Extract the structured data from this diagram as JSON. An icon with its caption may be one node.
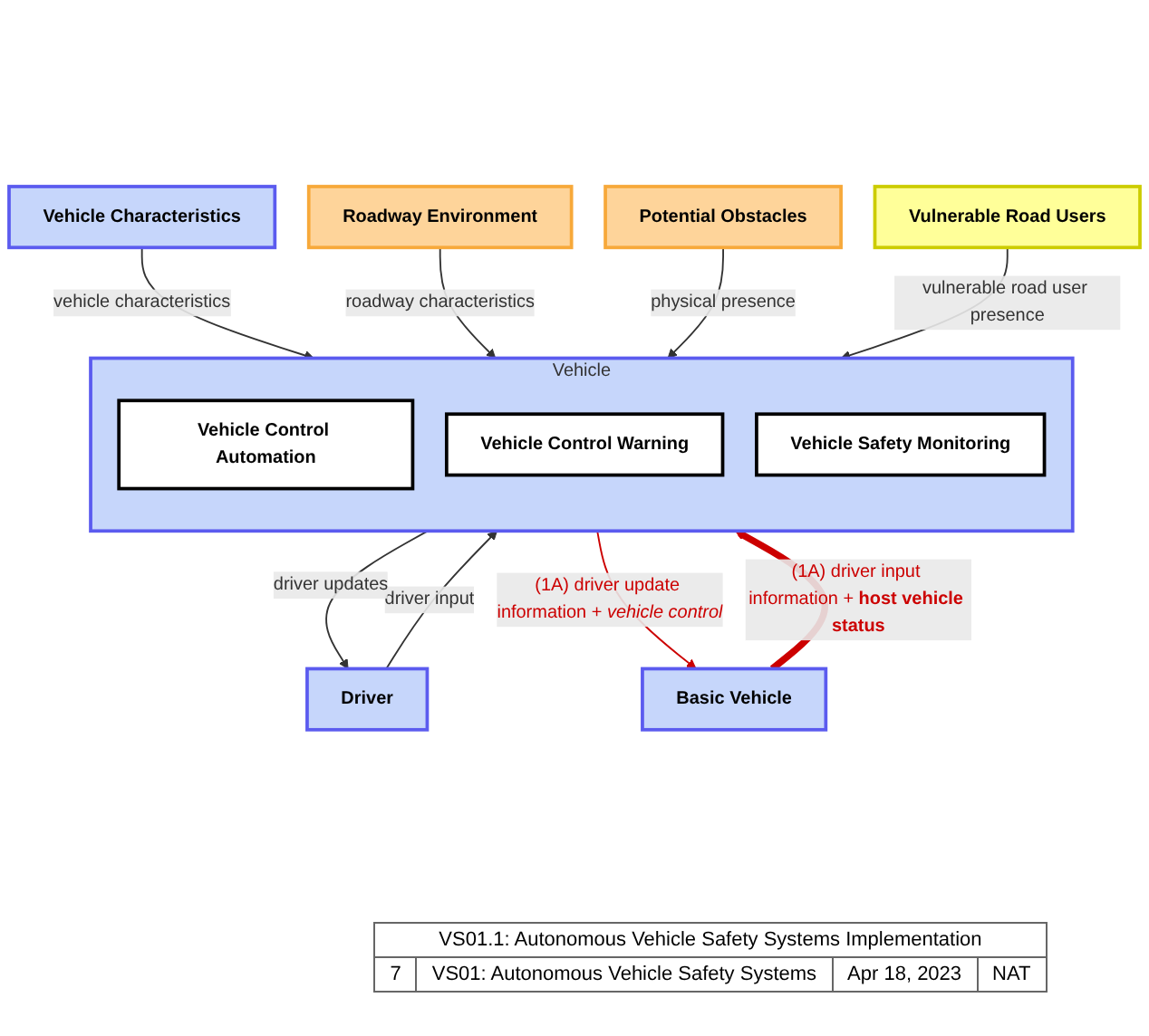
{
  "diagram": {
    "nodes": [
      {
        "text": [
          "Driver"
        ]
      },
      {
        "text": [
          "Vehicle"
        ]
      },
      {
        "text": [
          "Vehicle Control Automation"
        ],
        "in": 1
      },
      {
        "text": [
          "Vehicle Control Warning"
        ],
        "in": 1
      },
      {
        "text": [
          "Vehicle Safety Monitoring"
        ],
        "in": 1
      },
      {
        "text": [
          "Vehicle Characteristics"
        ]
      },
      {
        "text": [
          "Roadway Environment"
        ]
      },
      {
        "text": [
          "Potential Obstacles"
        ]
      },
      {
        "text": [
          "Vulnerable Road Users"
        ]
      },
      {
        "text": [
          "Basic Vehicle"
        ]
      }
    ],
    "edges": [
      {
        "from": 0,
        "to": 1,
        "label": "driver input",
        "arrow": "to"
      },
      {
        "from": 1,
        "to": 0,
        "label": "driver updates",
        "arrow": "to"
      },
      {
        "from": 5,
        "to": 1,
        "label": "vehicle characteristics",
        "arrow": "to"
      },
      {
        "from": 6,
        "to": 1,
        "label": "roadway characteristics",
        "arrow": "to"
      },
      {
        "from": 7,
        "to": 1,
        "label": "physical presence",
        "arrow": "to"
      },
      {
        "from": 8,
        "to": 1,
        "label": "vulnerable road user presence",
        "arrow": "to"
      },
      {
        "from": 9,
        "to": 1,
        "label": "(1A) driver input information + **host vehicle status**",
        "arrow": "to",
        "style": "thick",
        "color": "#cc0000"
      },
      {
        "from": 1,
        "to": 9,
        "label": "(1A) driver update information + *vehicle control*",
        "arrow": "to",
        "color": "#cc0000"
      }
    ],
    "labels": [
      "VS01.1: Autonomous Vehicle Safety Systems Implementation",
      "7",
      "VS01: Autonomous Vehicle Safety Systems",
      "Apr 18, 2023",
      "NAT"
    ]
  }
}
